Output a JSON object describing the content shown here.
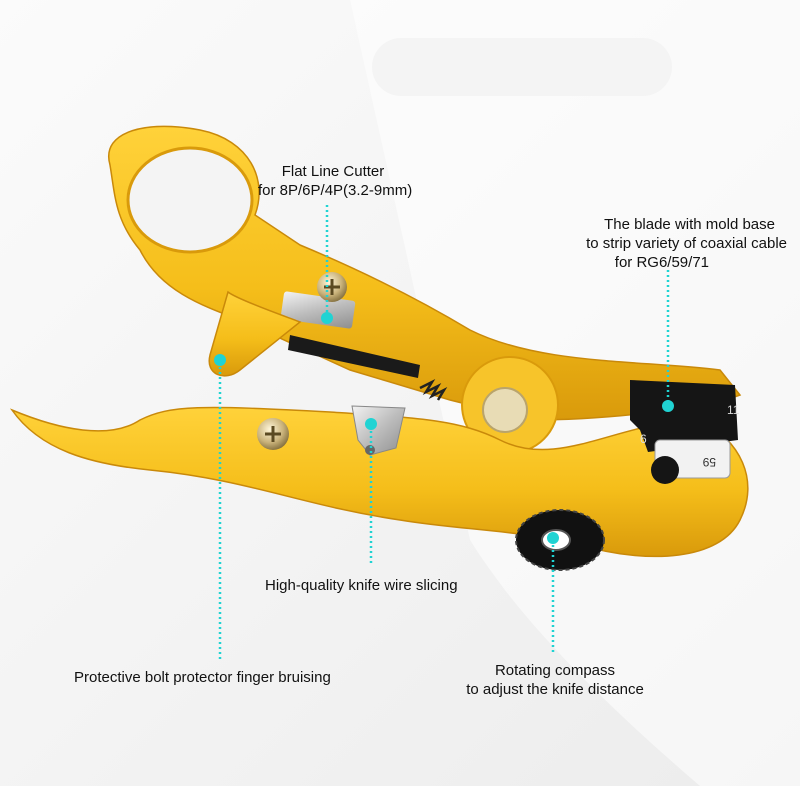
{
  "product": {
    "tool_color": "#F5BE1A",
    "tool_shadow": "#D99A0B",
    "callout_color": "#20D3D3",
    "wheel_color": "#111111"
  },
  "callouts": {
    "flat_line_cutter": {
      "line1": "Flat Line Cutter",
      "line2": "for 8P/6P/4P(3.2-9mm)"
    },
    "blade_mold_base": {
      "line1": "The blade with mold base",
      "line2": "to strip variety of coaxial cable",
      "line3": "for RG6/59/71"
    },
    "knife_slicing": {
      "line1": "High-quality knife wire slicing"
    },
    "bolt_protector": {
      "line1": "Protective bolt protector finger bruising"
    },
    "rotating_compass": {
      "line1": "Rotating compass",
      "line2": "to adjust the knife distance"
    }
  },
  "die_markings": {
    "num_11": "11",
    "num_6": "6",
    "num_59": "59"
  }
}
